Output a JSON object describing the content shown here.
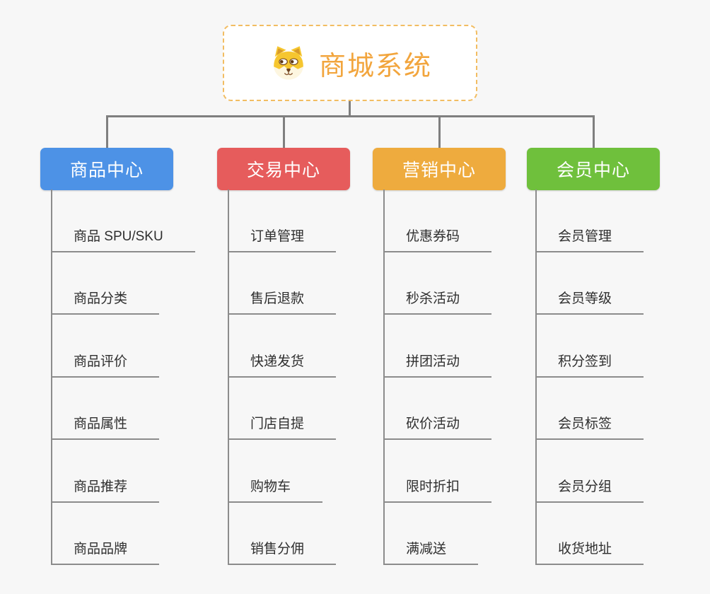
{
  "page": {
    "background": "#f7f7f7"
  },
  "root": {
    "title": "商城系统",
    "icon": "shiba-dog-icon",
    "text_color": "#f2a53d",
    "border_color": "#f2bd62"
  },
  "connector_color": "#7f7f7f",
  "leaf_line_color": "#8c8c8c",
  "branches": [
    {
      "label": "商品中心",
      "color": "#4d92e6",
      "children": [
        "商品 SPU/SKU",
        "商品分类",
        "商品评价",
        "商品属性",
        "商品推荐",
        "商品品牌"
      ]
    },
    {
      "label": "交易中心",
      "color": "#e65c5c",
      "children": [
        "订单管理",
        "售后退款",
        "快递发货",
        "门店自提",
        "购物车",
        "销售分佣"
      ]
    },
    {
      "label": "营销中心",
      "color": "#eeab3e",
      "children": [
        "优惠券码",
        "秒杀活动",
        "拼团活动",
        "砍价活动",
        "限时折扣",
        "满减送"
      ]
    },
    {
      "label": "会员中心",
      "color": "#6fc03c",
      "children": [
        "会员管理",
        "会员等级",
        "积分签到",
        "会员标签",
        "会员分组",
        "收货地址"
      ]
    }
  ]
}
